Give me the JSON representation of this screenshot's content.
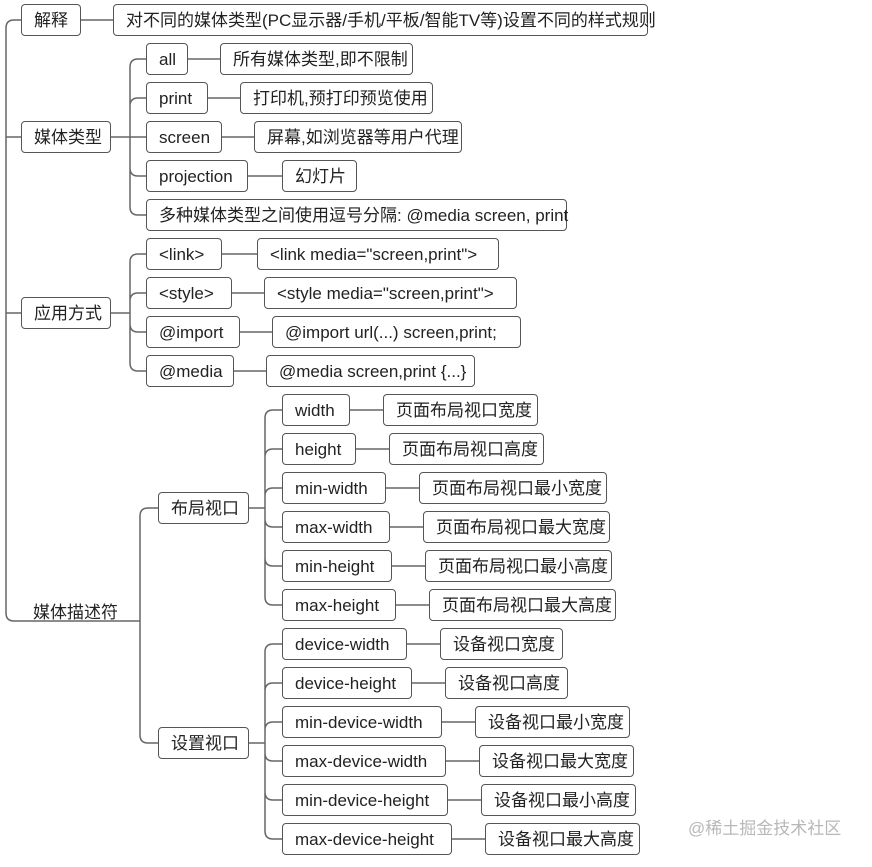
{
  "sections": [
    {
      "label": "解释",
      "children": [
        {
          "label": "对不同的媒体类型(PC显示器/手机/平板/智能TV等)设置不同的样式规则"
        }
      ]
    },
    {
      "label": "媒体类型",
      "children": [
        {
          "label": "all",
          "desc": "所有媒体类型,即不限制"
        },
        {
          "label": "print",
          "desc": "打印机,预打印预览使用"
        },
        {
          "label": "screen",
          "desc": "屏幕,如浏览器等用户代理"
        },
        {
          "label": "projection",
          "desc": "幻灯片"
        },
        {
          "label": "多种媒体类型之间使用逗号分隔: @media screen, print"
        }
      ]
    },
    {
      "label": "应用方式",
      "children": [
        {
          "label": "<link>",
          "desc": "<link media=\"screen,print\">"
        },
        {
          "label": "<style>",
          "desc": "<style media=\"screen,print\">"
        },
        {
          "label": "@import",
          "desc": "@import url(...) screen,print;"
        },
        {
          "label": "@media",
          "desc": "@media screen,print {...}"
        }
      ]
    },
    {
      "label": "媒体描述符",
      "groups": [
        {
          "label": "布局视口",
          "children": [
            {
              "label": "width",
              "desc": "页面布局视口宽度"
            },
            {
              "label": "height",
              "desc": "页面布局视口高度"
            },
            {
              "label": "min-width",
              "desc": "页面布局视口最小宽度"
            },
            {
              "label": "max-width",
              "desc": "页面布局视口最大宽度"
            },
            {
              "label": "min-height",
              "desc": "页面布局视口最小高度"
            },
            {
              "label": "max-height",
              "desc": "页面布局视口最大高度"
            }
          ]
        },
        {
          "label": "设置视口",
          "children": [
            {
              "label": "device-width",
              "desc": "设备视口宽度"
            },
            {
              "label": "device-height",
              "desc": "设备视口高度"
            },
            {
              "label": "min-device-width",
              "desc": "设备视口最小宽度"
            },
            {
              "label": "max-device-width",
              "desc": "设备视口最大宽度"
            },
            {
              "label": "min-device-height",
              "desc": "设备视口最小高度"
            },
            {
              "label": "max-device-height",
              "desc": "设备视口最大高度"
            }
          ]
        }
      ]
    }
  ],
  "watermark": "@稀土掘金技术社区",
  "colors": {
    "line": "#666666",
    "border": "#555555",
    "text": "#222222",
    "watermark": "#b8b8b8"
  }
}
